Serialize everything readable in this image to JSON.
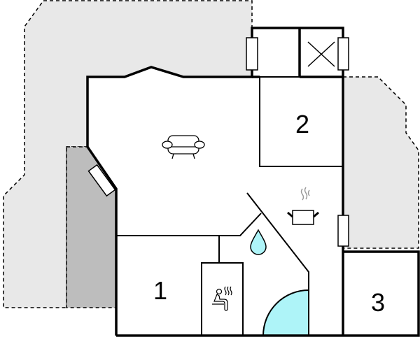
{
  "rooms": [
    {
      "id": "room-1",
      "label": "1"
    },
    {
      "id": "room-2",
      "label": "2"
    },
    {
      "id": "room-3",
      "label": "3"
    }
  ],
  "icons": [
    "sofa-icon",
    "cooking-pot-icon",
    "water-drop-icon",
    "sauna-icon",
    "shower-icon",
    "cross-mark-icon",
    "window-icon"
  ],
  "colors": {
    "wall": "#000000",
    "terrace": "#e8e8e8",
    "terrace_dark": "#bdbdbd",
    "water": "#aef4f8"
  }
}
